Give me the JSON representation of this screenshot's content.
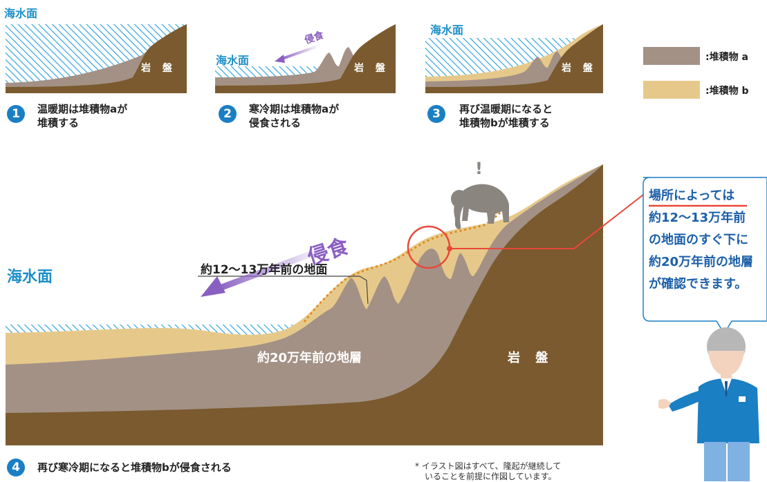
{
  "panels": [
    {
      "sea_label": "海水面",
      "rock_label": "岩 盤",
      "number": "1",
      "caption_line1": "温暖期は堆積物aが",
      "caption_line2": "堆積する"
    },
    {
      "sea_label": "海水面",
      "rock_label": "岩 盤",
      "erosion_label": "侵食",
      "number": "2",
      "caption_line1": "寒冷期は堆積物aが",
      "caption_line2": "侵食される"
    },
    {
      "sea_label": "海水面",
      "rock_label": "岩 盤",
      "number": "3",
      "caption_line1": "再び温暖期になると",
      "caption_line2": "堆積物bが堆積する"
    }
  ],
  "legend": {
    "items": [
      {
        "label": ":堆積物 a",
        "color": "#a39186"
      },
      {
        "label": ":堆積物 b",
        "color": "#e6c98a"
      }
    ]
  },
  "main": {
    "sea_label": "海水面",
    "erosion_label": "侵食",
    "ground_label": "約12〜13万年前の地面",
    "layer_label": "約20万年前の地層",
    "rock_label": "岩 盤",
    "exclamation": "!",
    "number": "4",
    "caption": "再び寒冷期になると堆積物bが侵食される"
  },
  "bubble": {
    "lines": [
      "場所によっては",
      "約12〜13万年前",
      "の地面のすぐ下に",
      "約20万年前の地層",
      "が確認できます。"
    ]
  },
  "footnote": {
    "line1": "* イラスト図はすべて、隆起が継続して",
    "line2": "いることを前提に作図しています。"
  },
  "colors": {
    "sea": "#1b8fc9",
    "rock": "#7a5a2e",
    "sediment_a": "#a39186",
    "sediment_b": "#e6c98a",
    "erosion_arrow": "#8c6bbf",
    "highlight": "#e8483a",
    "step_badge": "#1b7fc4"
  }
}
